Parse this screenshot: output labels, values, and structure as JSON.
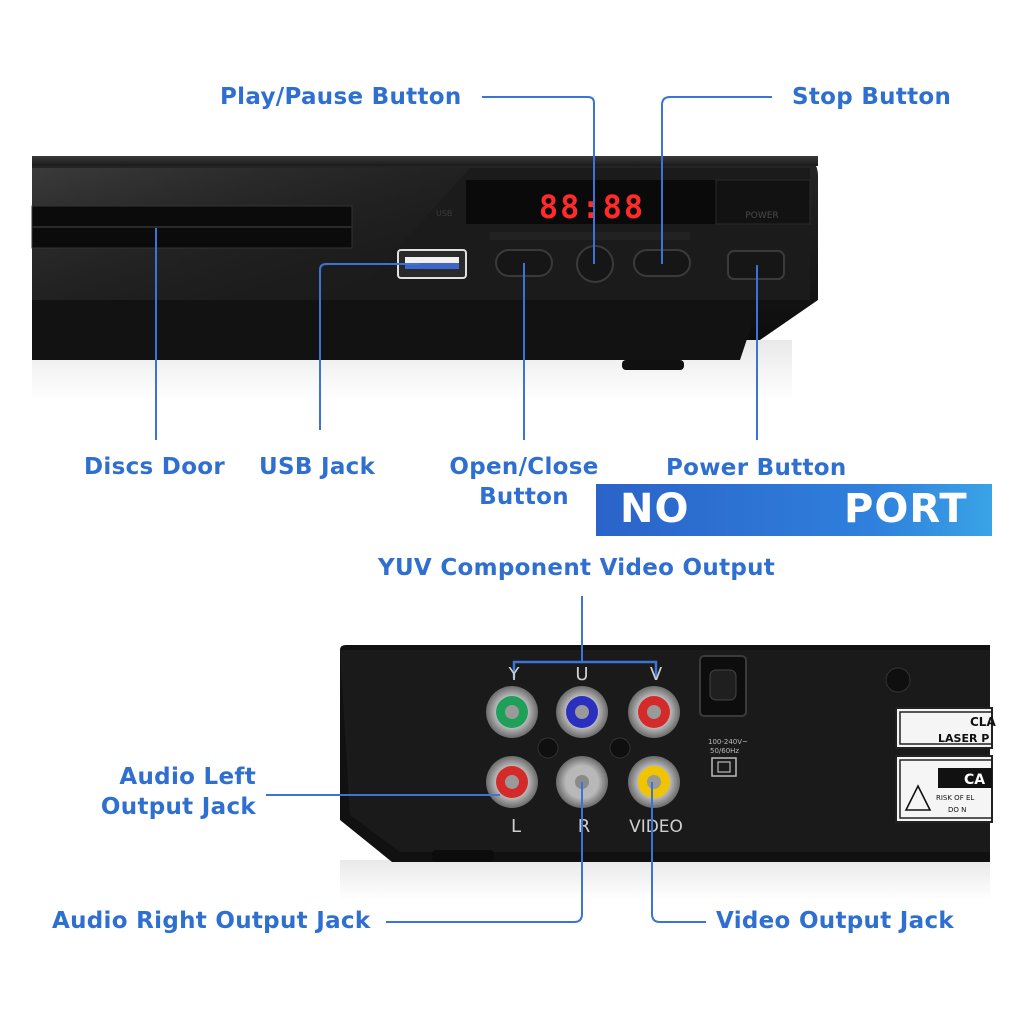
{
  "labels": {
    "play_pause": "Play/Pause Button",
    "stop": "Stop Button",
    "discs_door": "Discs Door",
    "usb_jack": "USB Jack",
    "open_close_1": "Open/Close",
    "open_close_2": "Button",
    "power": "Power Button",
    "yuv": "YUV Component Video Output",
    "audio_left_1": "Audio Left",
    "audio_left_2": "Output Jack",
    "audio_right": "Audio Right Output Jack",
    "video_out": "Video Output Jack"
  },
  "banner": {
    "left": "NO",
    "right": "PORT"
  },
  "front_panel": {
    "display": "88:88",
    "power_text": "POWER",
    "usb_text": "USB"
  },
  "rear_panel": {
    "y": "Y",
    "u": "U",
    "v": "V",
    "l": "L",
    "r": "R",
    "video": "VIDEO",
    "rating": "100-240V~\n50/60Hz",
    "sticker1_a": "CLA",
    "sticker1_b": "LASER P",
    "sticker2_a": "CA",
    "sticker2_b": "RISK OF EL",
    "sticker2_c": "DO N"
  },
  "colors": {
    "accent": "#2f6fd0",
    "leader_line": "#3b74d4",
    "device": "#141414",
    "display_red": "#ff2a2a",
    "jack_green": "#1fa05a",
    "jack_blue": "#2a2fbf",
    "jack_red": "#d42a2a",
    "jack_white": "#b8b8b8",
    "jack_yellow": "#f0c400"
  }
}
